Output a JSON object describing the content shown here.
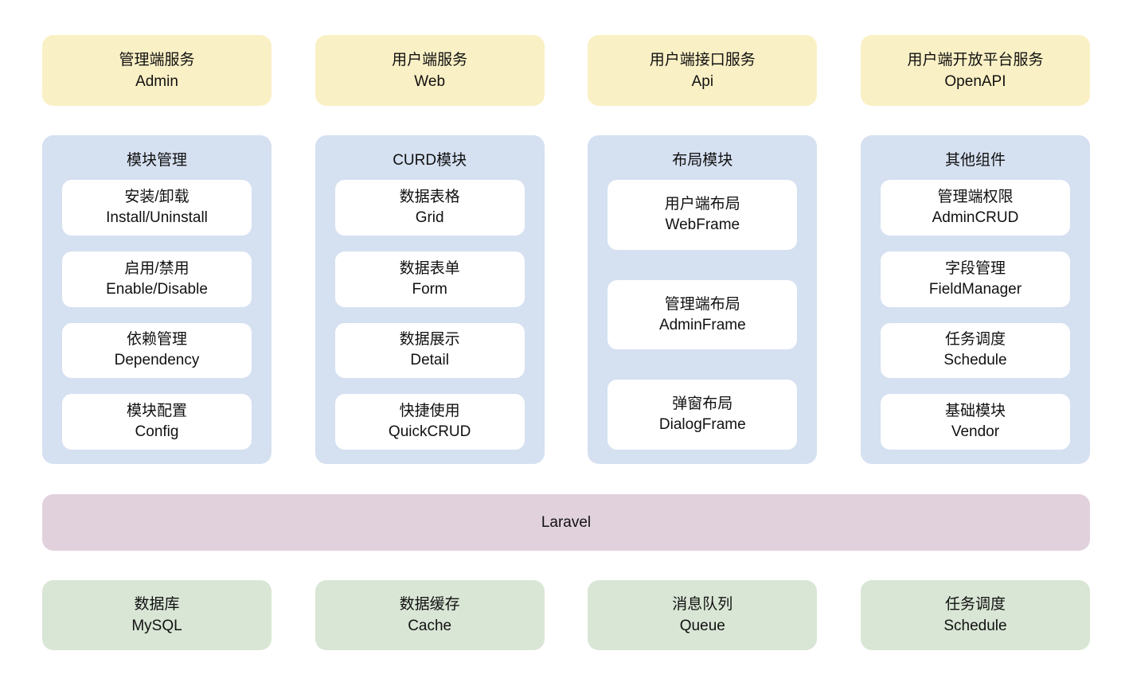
{
  "diagram": {
    "services": [
      {
        "title_zh": "管理端服务",
        "title_en": "Admin"
      },
      {
        "title_zh": "用户端服务",
        "title_en": "Web"
      },
      {
        "title_zh": "用户端接口服务",
        "title_en": "Api"
      },
      {
        "title_zh": "用户端开放平台服务",
        "title_en": "OpenAPI"
      }
    ],
    "modules": [
      {
        "title": "模块管理",
        "items": [
          {
            "zh": "安装/卸载",
            "en": "Install/Uninstall"
          },
          {
            "zh": "启用/禁用",
            "en": "Enable/Disable"
          },
          {
            "zh": "依赖管理",
            "en": "Dependency"
          },
          {
            "zh": "模块配置",
            "en": "Config"
          }
        ]
      },
      {
        "title": "CURD模块",
        "items": [
          {
            "zh": "数据表格",
            "en": "Grid"
          },
          {
            "zh": "数据表单",
            "en": "Form"
          },
          {
            "zh": "数据展示",
            "en": "Detail"
          },
          {
            "zh": "快捷使用",
            "en": "QuickCRUD"
          }
        ]
      },
      {
        "title": "布局模块",
        "items": [
          {
            "zh": "用户端布局",
            "en": "WebFrame"
          },
          {
            "zh": "管理端布局",
            "en": "AdminFrame"
          },
          {
            "zh": "弹窗布局",
            "en": "DialogFrame"
          }
        ]
      },
      {
        "title": "其他组件",
        "items": [
          {
            "zh": "管理端权限",
            "en": "AdminCRUD"
          },
          {
            "zh": "字段管理",
            "en": "FieldManager"
          },
          {
            "zh": "任务调度",
            "en": "Schedule"
          },
          {
            "zh": "基础模块",
            "en": "Vendor"
          }
        ]
      }
    ],
    "framework": {
      "label": "Laravel"
    },
    "infrastructure": [
      {
        "title_zh": "数据库",
        "title_en": "MySQL"
      },
      {
        "title_zh": "数据缓存",
        "title_en": "Cache"
      },
      {
        "title_zh": "消息队列",
        "title_en": "Queue"
      },
      {
        "title_zh": "任务调度",
        "title_en": "Schedule"
      }
    ],
    "colors": {
      "service_bg": "#FAF0C5",
      "module_bg": "#D5E0F1",
      "card_bg": "#FFFFFF",
      "framework_bg": "#E1D1DD",
      "infra_bg": "#D9E6D5",
      "text": "#111111",
      "page_bg": "#FFFFFF"
    }
  }
}
